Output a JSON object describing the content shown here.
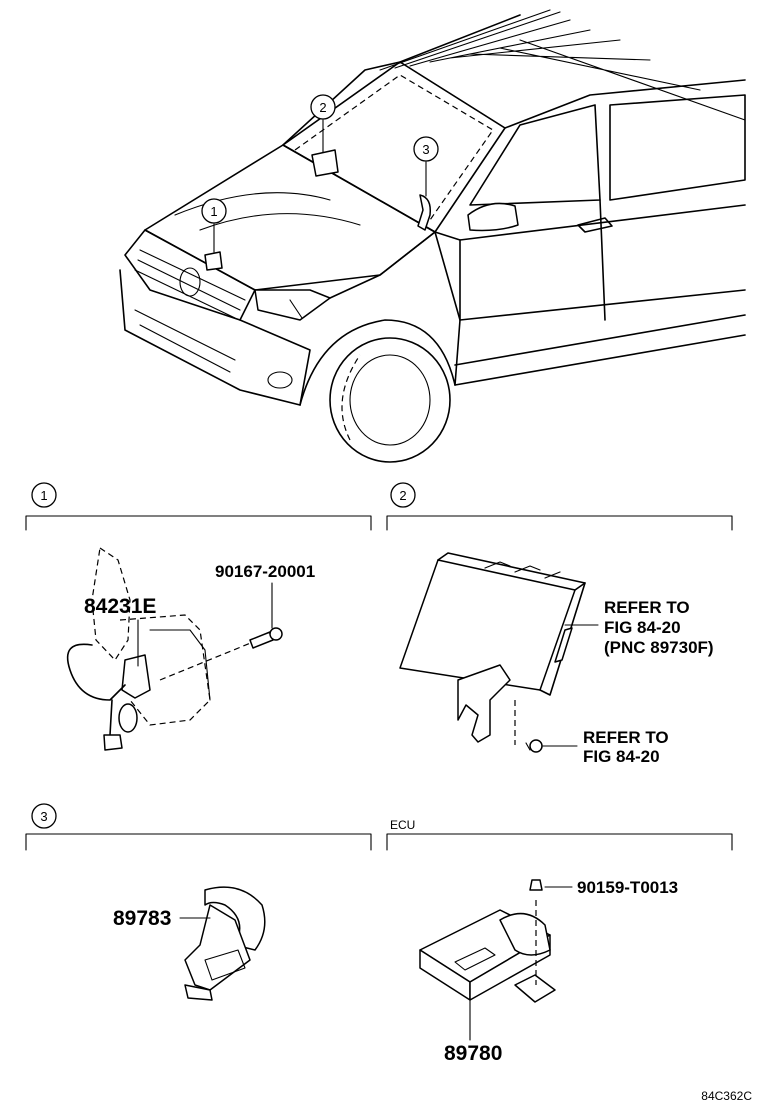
{
  "callouts": {
    "one": "1",
    "two": "2",
    "three": "3"
  },
  "sections": {
    "one": {
      "number": "1"
    },
    "two": {
      "number": "2"
    },
    "three": {
      "number": "3"
    },
    "ecu": {
      "heading": "ECU"
    }
  },
  "parts": {
    "sensor_bolt": "90167-20001",
    "horn_sensor": "84231E",
    "refer_box_line1": "REFER TO",
    "refer_box_line2": "FIG 84-20",
    "refer_box_line3": "(PNC 89730F)",
    "refer_nut_line1": "REFER TO",
    "refer_nut_line2": "FIG 84-20",
    "glass_sensor": "89783",
    "ecu_bolt": "90159-T0013",
    "ecu_unit": "89780"
  },
  "figure_code": "84C362C"
}
